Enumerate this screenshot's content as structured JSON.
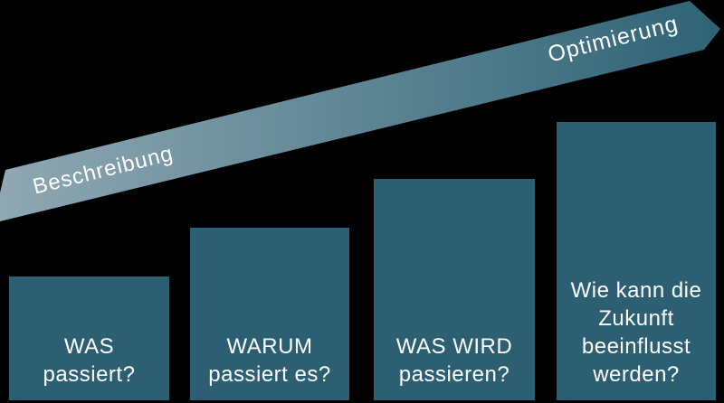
{
  "diagram": {
    "background_color": "#000000",
    "text_color": "#ffffff",
    "bar_color": "#2d5f72"
  },
  "arrow": {
    "label_start": "Beschreibung",
    "label_end": "Optimierung",
    "gradient_start": "#8fa8b3",
    "gradient_end": "#2e6375"
  },
  "bars": [
    {
      "lines": [
        "WAS",
        "passiert?"
      ]
    },
    {
      "lines": [
        "WARUM",
        "passiert es?"
      ]
    },
    {
      "lines": [
        "WAS WIRD",
        "passieren?"
      ]
    },
    {
      "lines": [
        "Wie kann die",
        "Zukunft",
        "beeinflusst",
        "werden?"
      ]
    }
  ]
}
